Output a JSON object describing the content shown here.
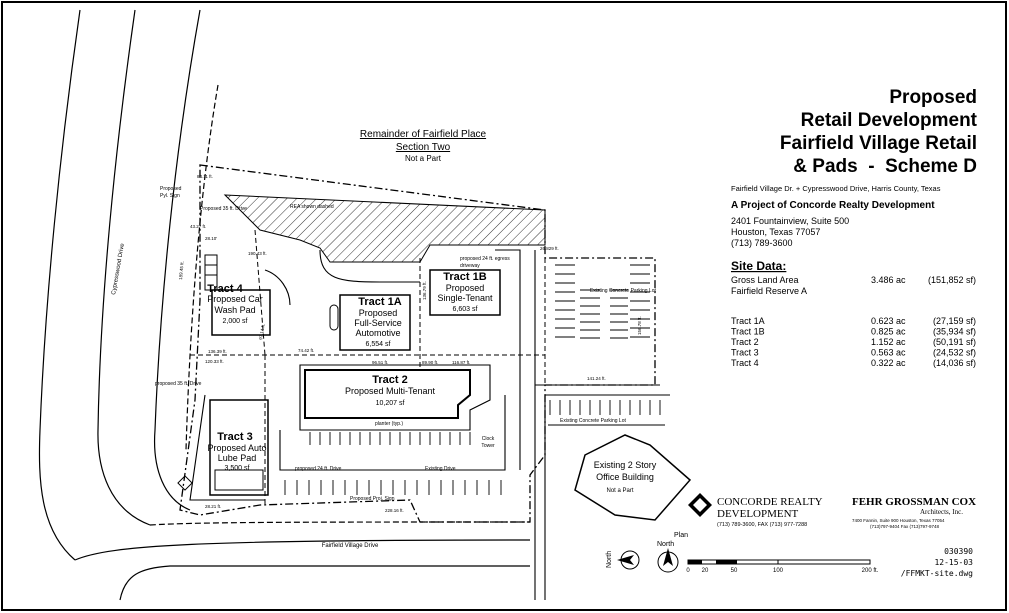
{
  "title_block": {
    "lines": [
      "Proposed",
      "Retail Development",
      "Fairfield Village Retail",
      "& Pads  -  Scheme D"
    ],
    "address": "Fairfield Village Dr. + Cypresswood Drive, Harris County, Texas",
    "project_of": "A Project of Concorde Realty Development",
    "office_street": "2401 Fountainview, Suite 500",
    "office_city": "Houston, Texas 77057",
    "office_phone": "(713) 789-3600"
  },
  "site_data": {
    "heading": "Site Data:",
    "gross_label_1": "Gross Land Area",
    "gross_label_2": "Fairfield Reserve A",
    "gross_ac": "3.486 ac",
    "gross_sf": "(151,852 sf)",
    "tracts": [
      {
        "name": "Tract 1A",
        "ac": "0.623 ac",
        "sf": "(27,159 sf)"
      },
      {
        "name": "Tract 1B",
        "ac": "0.825 ac",
        "sf": "(35,934 sf)"
      },
      {
        "name": "Tract 2",
        "ac": "1.152 ac",
        "sf": "(50,191 sf)"
      },
      {
        "name": "Tract 3",
        "ac": "0.563 ac",
        "sf": "(24,532 sf)"
      },
      {
        "name": "Tract 4",
        "ac": "0.322 ac",
        "sf": "(14,036 sf)"
      }
    ]
  },
  "plan_labels": {
    "remainder_1": "Remainder of Fairfield Place",
    "remainder_2": "Section Two",
    "remainder_3": "Not a Part",
    "rea": "REA shown dashed",
    "cypresswood": "Cypresswood Drive",
    "fairfield_village": "Fairfield Village Drive",
    "parking_lot_1": "Existing Concrete Parking Lot",
    "parking_lot_2": "Existing Concrete Parking Lot",
    "existing_bldg_1": "Existing 2 Story",
    "existing_bldg_2": "Office Building",
    "existing_bldg_3": "Not a Part",
    "egress": "proposed 24 ft. egress",
    "egress_2": "driveway",
    "planter": "planter (typ.)",
    "clock_1": "Clock",
    "clock_2": "Tower",
    "prop_24_drive": "proposed 24 ft. Drive",
    "existing_drive": "Existing Drive",
    "prop_sign_1": "Proposed",
    "prop_sign_2": "Pyl. Sign",
    "prop_proj_sign": "Proposed Proj. Sign",
    "prop_35_drive": "Proposed 35 ft. Drive",
    "proposed_35": "proposed 35 ft. Drive"
  },
  "tracts_plan": {
    "t4": {
      "name": "Tract 4",
      "use_1": "Proposed Car",
      "use_2": "Wash Pad",
      "area": "2,000 sf"
    },
    "t1a": {
      "name": "Tract 1A",
      "use_1": "Proposed",
      "use_2": "Full-Service",
      "use_3": "Automotive",
      "area": "6,554 sf"
    },
    "t1b": {
      "name": "Tract 1B",
      "use_1": "Proposed",
      "use_2": "Single-Tenant",
      "area": "6,603 sf"
    },
    "t2": {
      "name": "Tract 2",
      "use_1": "Proposed Multi-Tenant",
      "area": "10,207 sf"
    },
    "t3": {
      "name": "Tract 3",
      "use_1": "Proposed Auto",
      "use_2": "Lube Pad",
      "area": "3,500 sf"
    }
  },
  "dims": [
    "84.11 ft.",
    "43.27 ft.",
    "28.10'",
    "190.43 ft.",
    "189.45 ft.",
    "97.14 ft.",
    "74.42 ft.",
    "96.51 ft.",
    "89.90 ft.",
    "116.87 ft.",
    "136.39 ft.",
    "141.24 ft.",
    "156.78 ft.",
    "136.79 ft.",
    "120.33 ft.",
    "26.829 ft.",
    "228.16 ft.",
    "28.21 ft."
  ],
  "logos": {
    "concorde_1": "CONCORDE REALTY",
    "concorde_2": "DEVELOPMENT",
    "concorde_phone": "(713) 789-3600, FAX (713) 977-7288",
    "fgc_1": "FEHR GROSSMAN COX",
    "fgc_2": "Architects, Inc.",
    "fgc_addr": "7400 Fannin, Suite 900 Houston, Texas 77054",
    "fgc_phone": "(713)797-9404 Fax (713)797-9748"
  },
  "plan_north": {
    "label_1": "Plan",
    "label_2": "North",
    "north": "North"
  },
  "scale_bar": {
    "ticks": [
      "0",
      "20",
      "50",
      "100",
      "200 ft."
    ]
  },
  "drawing_info": {
    "job": "030390",
    "date": "12-15-03",
    "file": "/FFMKT-site.dwg"
  },
  "colors": {
    "ink": "#000000",
    "paper": "#ffffff"
  }
}
